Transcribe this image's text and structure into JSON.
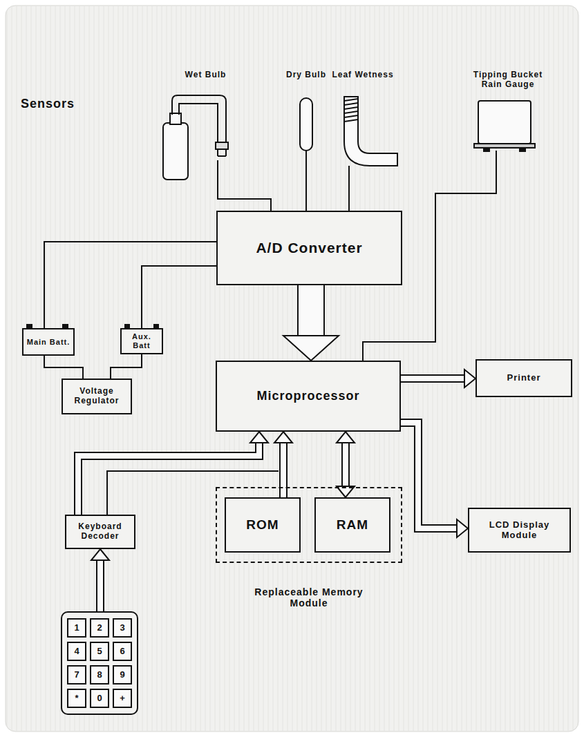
{
  "diagram": {
    "nodes": [
      {
        "text": [
          "Wet Bulb"
        ]
      },
      {
        "text": [
          "Dry Bulb"
        ]
      },
      {
        "text": [
          "Leaf Wetness"
        ]
      },
      {
        "text": [
          "Tipping Bucket Rain Gauge"
        ]
      },
      {
        "text": [
          "A/D Converter"
        ]
      },
      {
        "text": [
          "Main Batt."
        ]
      },
      {
        "text": [
          "Aux. Batt"
        ]
      },
      {
        "text": [
          "Voltage Regulator"
        ]
      },
      {
        "text": [
          "Microprocessor"
        ]
      },
      {
        "text": [
          "Printer"
        ]
      },
      {
        "text": [
          "Keyboard Decoder"
        ]
      },
      {
        "text": [
          "Replaceable Memory Module"
        ]
      },
      {
        "text": [
          "ROM"
        ],
        "in": 11
      },
      {
        "text": [
          "RAM"
        ],
        "in": 11
      },
      {
        "text": [
          "LCD Display Module"
        ]
      },
      {
        "text": []
      },
      {
        "text": [
          "1"
        ],
        "in": 15
      },
      {
        "text": [
          "2"
        ],
        "in": 15
      },
      {
        "text": [
          "3"
        ],
        "in": 15
      },
      {
        "text": [
          "4"
        ],
        "in": 15
      },
      {
        "text": [
          "5"
        ],
        "in": 15
      },
      {
        "text": [
          "6"
        ],
        "in": 15
      },
      {
        "text": [
          "7"
        ],
        "in": 15
      },
      {
        "text": [
          "8"
        ],
        "in": 15
      },
      {
        "text": [
          "9"
        ],
        "in": 15
      },
      {
        "text": [
          "*"
        ],
        "in": 15
      },
      {
        "text": [
          "0"
        ],
        "in": 15
      },
      {
        "text": [
          "+"
        ],
        "in": 15
      }
    ],
    "edges": [
      {
        "from": 0,
        "to": 4,
        "arrow": "none"
      },
      {
        "from": 1,
        "to": 4,
        "arrow": "none"
      },
      {
        "from": 2,
        "to": 4,
        "arrow": "none"
      },
      {
        "from": 3,
        "to": 8,
        "arrow": "none"
      },
      {
        "from": 5,
        "to": 4,
        "arrow": "none"
      },
      {
        "from": 6,
        "to": 4,
        "arrow": "none"
      },
      {
        "from": 5,
        "to": 7,
        "arrow": "none"
      },
      {
        "from": 6,
        "to": 7,
        "arrow": "none"
      },
      {
        "from": 4,
        "to": 8,
        "arrow": "to"
      },
      {
        "from": 8,
        "to": 9,
        "arrow": "to"
      },
      {
        "from": 8,
        "to": 14,
        "arrow": "to"
      },
      {
        "from": 10,
        "to": 8,
        "arrow": "to"
      },
      {
        "from": 12,
        "to": 8,
        "arrow": "to"
      },
      {
        "from": 13,
        "to": 8,
        "arrow": "both"
      },
      {
        "from": 15,
        "to": 10,
        "arrow": "to"
      }
    ],
    "labels": [
      "Sensors"
    ]
  }
}
